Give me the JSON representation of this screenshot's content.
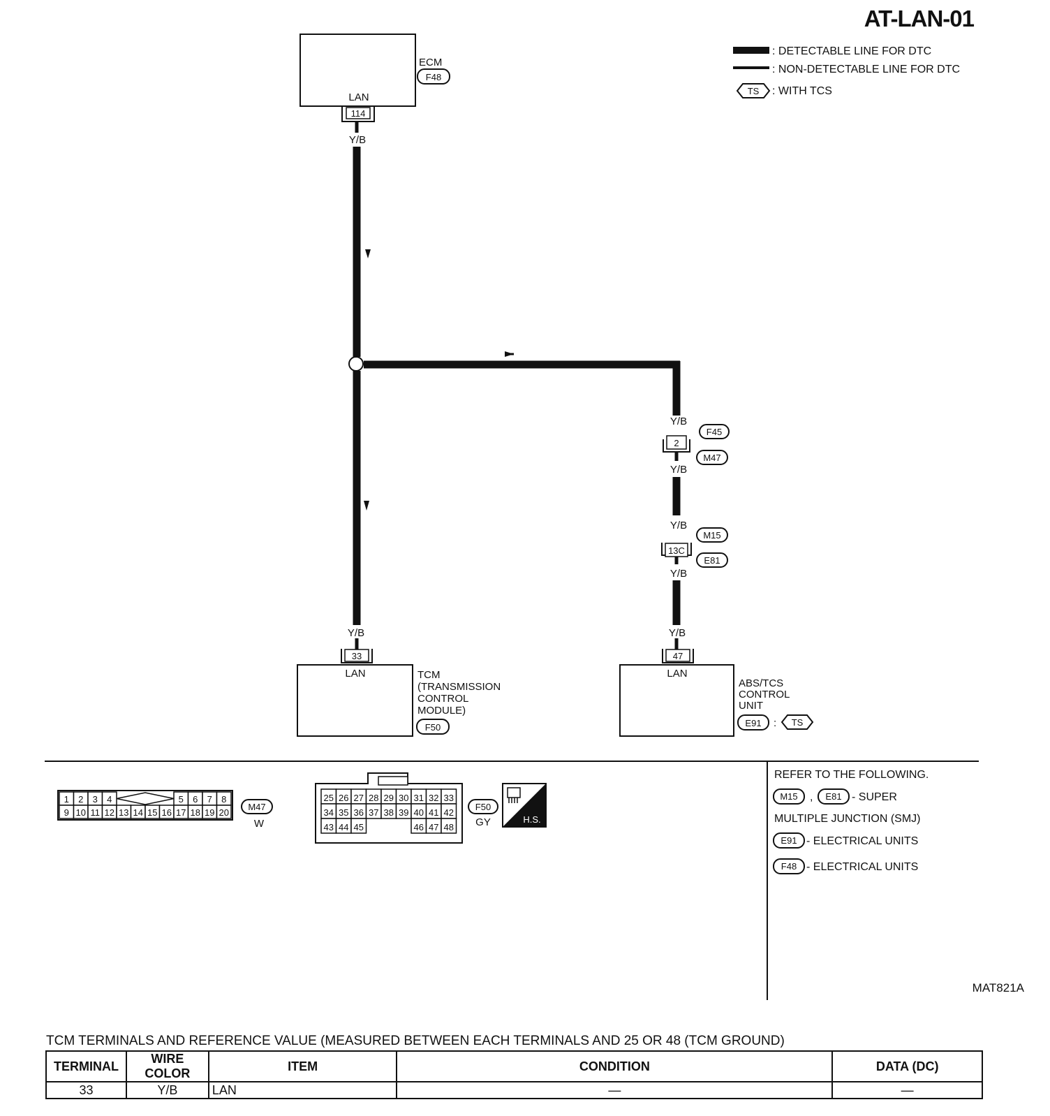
{
  "page_id": "AT-LAN-01",
  "legend": {
    "detectable": ": DETECTABLE LINE FOR DTC",
    "non_detectable": ": NON-DETECTABLE LINE FOR DTC",
    "tcs_badge": "TS",
    "with_tcs": ": WITH TCS"
  },
  "components": {
    "ecm": {
      "name": "ECM",
      "connector": "F48",
      "lan": "LAN",
      "terminal": "114",
      "wire": "Y/B"
    },
    "tcm": {
      "name_lines": [
        "TCM",
        "(TRANSMISSION",
        "CONTROL",
        "MODULE)"
      ],
      "connector": "F50",
      "lan": "LAN",
      "terminal": "33",
      "wire": "Y/B"
    },
    "abs": {
      "name_lines": [
        "ABS/TCS",
        "CONTROL",
        "UNIT"
      ],
      "connector": "E91",
      "colon": ":",
      "tcs_badge": "TS",
      "lan": "LAN",
      "terminal": "47",
      "wire": "Y/B"
    },
    "joint1": {
      "terminal": "2",
      "connector_top": "F45",
      "connector_bottom": "M47",
      "wire_top": "Y/B",
      "wire_bottom": "Y/B"
    },
    "joint2": {
      "terminal": "13C",
      "connector_top": "M15",
      "connector_bottom": "E81",
      "wire_top": "Y/B",
      "wire_bottom": "Y/B"
    }
  },
  "connectors": {
    "m47": {
      "label": "M47",
      "color": "W",
      "row1": [
        "1",
        "2",
        "3",
        "4",
        "5",
        "6",
        "7",
        "8"
      ],
      "row2": [
        "9",
        "10",
        "11",
        "12",
        "13",
        "14",
        "15",
        "16",
        "17",
        "18",
        "19",
        "20"
      ]
    },
    "f50": {
      "label": "F50",
      "color": "GY",
      "row1": [
        "25",
        "26",
        "27",
        "28",
        "29",
        "30",
        "31",
        "32",
        "33"
      ],
      "row2": [
        "34",
        "35",
        "36",
        "37",
        "38",
        "39",
        "40",
        "41",
        "42"
      ],
      "row3a": [
        "43",
        "44",
        "45"
      ],
      "row3b": [
        "46",
        "47",
        "48"
      ]
    },
    "hs_badge": "H.S."
  },
  "refer": {
    "heading": "REFER TO THE FOLLOWING.",
    "line1_a": "M15",
    "line1_sep": ",",
    "line1_b": "E81",
    "line1_text": "- SUPER",
    "line2": "MULTIPLE JUNCTION (SMJ)",
    "line3_badge": "E91",
    "line3_text": "- ELECTRICAL UNITS",
    "line4_badge": "F48",
    "line4_text": "- ELECTRICAL UNITS"
  },
  "figure_code": "MAT821A",
  "table": {
    "title": "TCM TERMINALS AND REFERENCE VALUE (MEASURED BETWEEN EACH TERMINALS AND 25 OR 48 (TCM GROUND)",
    "headers": [
      "TERMINAL",
      "WIRE COLOR",
      "ITEM",
      "CONDITION",
      "DATA (DC)"
    ],
    "rows": [
      [
        "33",
        "Y/B",
        "LAN",
        "—",
        "—"
      ]
    ]
  }
}
